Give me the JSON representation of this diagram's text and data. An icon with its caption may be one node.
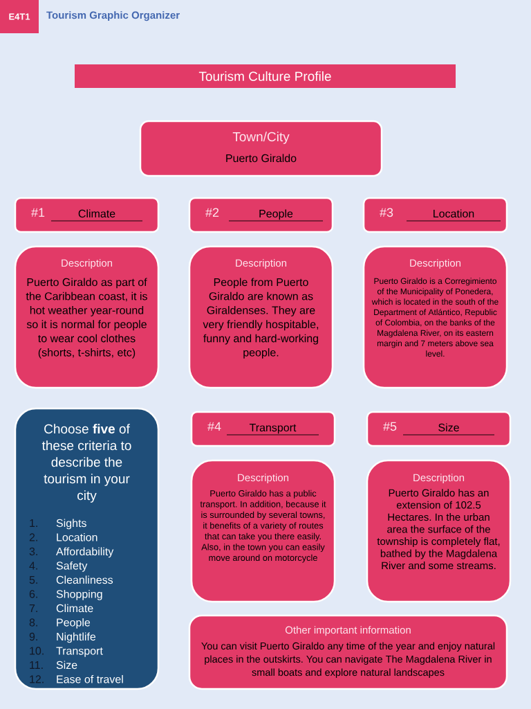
{
  "diagram": {
    "title": "Tourism Graphic Organizer",
    "nodes": [
      {
        "text": [
          "E4T1"
        ]
      },
      {
        "text": [
          "Tourism Culture Profile"
        ]
      },
      {
        "text": [
          "Town/City",
          "Puerto Giraldo"
        ]
      },
      {
        "text": [
          "#1",
          "Climate"
        ]
      },
      {
        "text": [
          "#2",
          "People"
        ]
      },
      {
        "text": [
          "#3",
          "Location"
        ]
      },
      {
        "text": [
          "Description",
          "Puerto Giraldo as part of the Caribbean coast, it is hot weather year-round so it is normal for people to wear cool clothes (shorts, t-shirts, etc)"
        ]
      },
      {
        "text": [
          "Description",
          "People from Puerto Giraldo are known as Giraldenses. They are very friendly hospitable, funny and hard-working people."
        ]
      },
      {
        "text": [
          "Description",
          "Puerto Giraldo is a Corregimiento of the Municipality of Ponedera, which is located in the south of the Department of Atlántico, Republic of Colombia, on the banks of the Magdalena River, on its eastern margin and 7 meters above sea level."
        ]
      },
      {
        "text": [
          "Choose **five** of these criteria to describe the tourism in your city",
          "1.",
          "Sights",
          "2.",
          "Location",
          "3.",
          "Affordability",
          "4.",
          "Safety",
          "5.",
          "Cleanliness",
          "6.",
          "Shopping",
          "7.",
          "Climate",
          "8.",
          "People",
          "9.",
          "Nightlife",
          "10.",
          "Transport",
          "11.",
          "Size",
          "12.",
          "Ease of travel"
        ]
      },
      {
        "text": [
          "#4",
          "Transport"
        ]
      },
      {
        "text": [
          "#5",
          "Size"
        ]
      },
      {
        "text": [
          "Description",
          "Puerto Giraldo has a public transport. In addition, because it is surrounded by several towns, it benefits of a variety of routes that can take you there easily. Also, in the town you can easily move around on motorcycle"
        ]
      },
      {
        "text": [
          "Description",
          "Puerto Giraldo has an extension of 102.5 Hectares. In the urban area the surface of the township is completely flat, bathed by the Magdalena River and some streams."
        ]
      },
      {
        "text": [
          "Other important information",
          "You can visit Puerto Giraldo any time of the year and enjoy natural places in the outskirts. You can navigate The Magdalena River in small boats and explore natural landscapes"
        ]
      }
    ]
  }
}
